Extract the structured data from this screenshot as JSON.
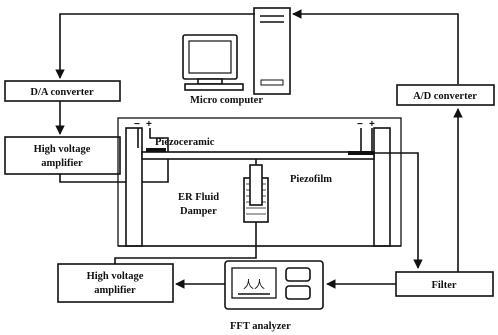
{
  "blocks": {
    "da_converter": "D/A converter",
    "hv_amp_top_line1": "High voltage",
    "hv_amp_top_line2": "amplifier",
    "ad_converter": "A/D converter",
    "filter": "Filter",
    "hv_amp_bottom_line1": "High voltage",
    "hv_amp_bottom_line2": "amplifier"
  },
  "labels": {
    "micro_computer": "Micro computer",
    "piezoceramic": "Piezoceramic",
    "piezofilm": "Piezofilm",
    "er_fluid_line1": "ER Fluid",
    "er_fluid_line2": "Damper",
    "fft_analyzer": "FFT analyzer"
  },
  "signs": {
    "left_minus": "−",
    "left_plus": "+",
    "right_minus": "−",
    "right_plus": "+"
  },
  "screen_glyph": "人人",
  "icons": [
    "computer-icon",
    "tower-icon",
    "fft-analyzer-icon"
  ]
}
